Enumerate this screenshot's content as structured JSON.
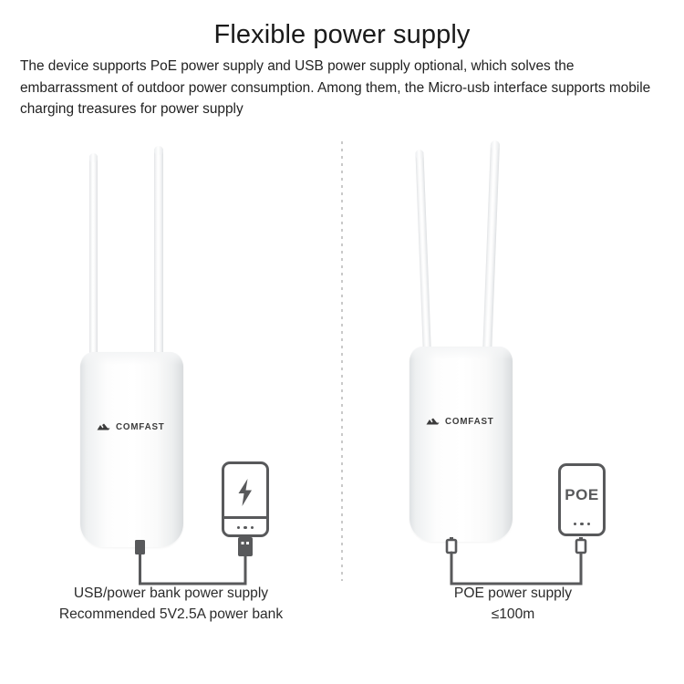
{
  "header": {
    "title": "Flexible power supply",
    "subtitle": "The device supports PoE power supply and USB power supply optional, which solves the embarrassment of outdoor power consumption. Among them, the Micro-usb interface supports mobile charging treasures for power supply"
  },
  "brand": {
    "logo_text": "COMFAST",
    "logo_mark": "chevron-mark"
  },
  "panels": {
    "usb": {
      "accessory": {
        "type": "power-bank",
        "icon": "lightning-bolt-icon",
        "indicator_dots": 3,
        "connector": "usb-a-plug"
      },
      "device_connector": "micro-usb-plug",
      "caption_line1": "USB/power bank power supply",
      "caption_line2": "Recommended 5V2.5A power bank"
    },
    "poe": {
      "accessory": {
        "type": "poe-injector",
        "label": "POE",
        "indicator_dots": 3,
        "connector": "rj45-plug"
      },
      "device_connector": "rj45-plug",
      "caption_line1": "POE power supply",
      "caption_line2": "≤100m"
    }
  },
  "colors": {
    "background": "#ffffff",
    "text": "#231f20",
    "outline": "#58595b",
    "cable": "#58595b",
    "divider": "#c9c9c9",
    "device_white": "#ffffff"
  }
}
